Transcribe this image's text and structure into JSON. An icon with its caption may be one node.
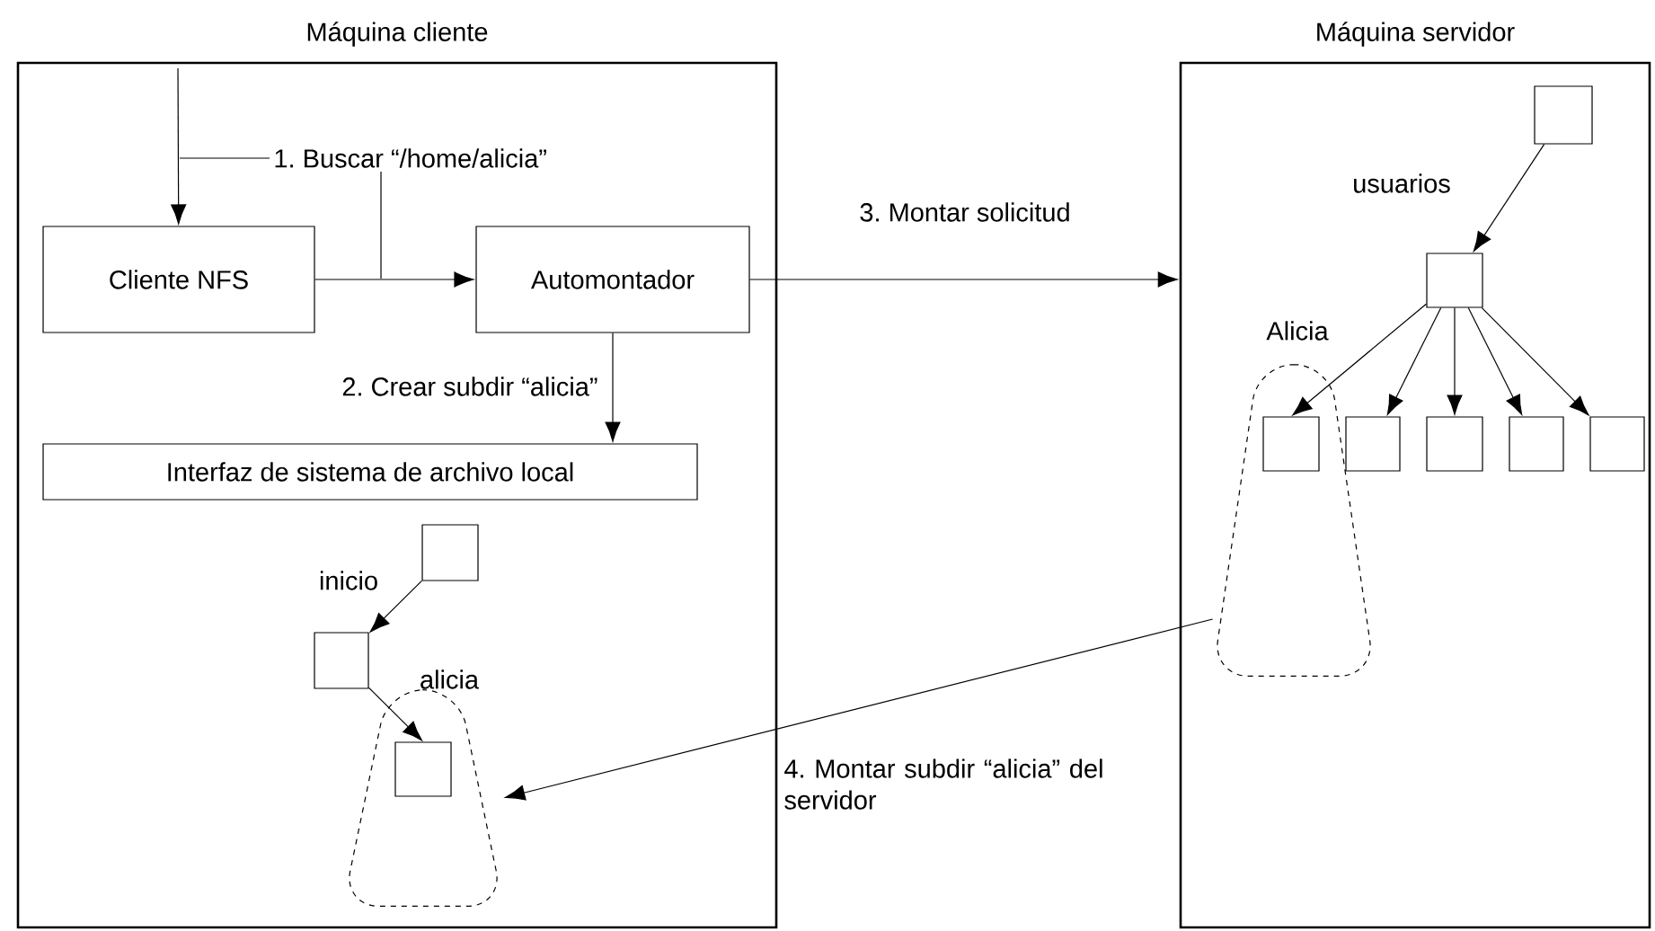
{
  "diagram": {
    "nodes": [
      {
        "text": [
          "Máquina cliente"
        ]
      },
      {
        "text": [
          "1. Buscar “/home/alicia”"
        ],
        "in": 0
      },
      {
        "text": [
          "Cliente NFS"
        ],
        "in": 0
      },
      {
        "text": [
          "Automontador"
        ],
        "in": 0
      },
      {
        "text": [
          "Interfaz de sistema de archivo local"
        ],
        "in": 0
      },
      {
        "text": [],
        "shape": "box",
        "in": 0
      },
      {
        "text": [],
        "shape": "box",
        "in": 0
      },
      {
        "text": [],
        "shape": "oval",
        "in": 0
      },
      {
        "text": [],
        "shape": "box",
        "in": 7
      },
      {
        "text": [
          "Máquina servidor"
        ]
      },
      {
        "text": [],
        "shape": "box",
        "in": 9
      },
      {
        "text": [],
        "shape": "box",
        "in": 9
      },
      {
        "text": [],
        "shape": "oval",
        "in": 9
      },
      {
        "text": [],
        "shape": "box",
        "in": 12
      },
      {
        "text": [],
        "shape": "box",
        "in": 9
      },
      {
        "text": [],
        "shape": "box",
        "in": 9
      },
      {
        "text": [],
        "shape": "box",
        "in": 9
      },
      {
        "text": [],
        "shape": "box",
        "in": 9
      }
    ],
    "edges": [
      {
        "from": null,
        "to": 2,
        "arrow": "to"
      },
      {
        "from": 1,
        "to": null,
        "arrow": "none"
      },
      {
        "from": 1,
        "to": null,
        "arrow": "none"
      },
      {
        "from": 2,
        "to": 3,
        "arrow": "to"
      },
      {
        "from": 3,
        "to": 4,
        "arrow": "to",
        "label": "2. Crear subdir “alicia”"
      },
      {
        "from": 3,
        "to": 9,
        "arrow": "to",
        "label": "3. Montar solicitud"
      },
      {
        "from": 5,
        "to": 6,
        "arrow": "to",
        "label": "inicio"
      },
      {
        "from": 6,
        "to": 8,
        "arrow": "to",
        "label": "alicia"
      },
      {
        "from": 10,
        "to": 11,
        "arrow": "to",
        "label": "usuarios"
      },
      {
        "from": 11,
        "to": 13,
        "arrow": "to",
        "label": "Alicia"
      },
      {
        "from": 11,
        "to": 14,
        "arrow": "to"
      },
      {
        "from": 11,
        "to": 15,
        "arrow": "to"
      },
      {
        "from": 11,
        "to": 16,
        "arrow": "to"
      },
      {
        "from": 11,
        "to": 17,
        "arrow": "to"
      },
      {
        "from": 12,
        "to": 7,
        "arrow": "to",
        "label": "4. Montar subdir “alicia” del servidor"
      }
    ]
  }
}
